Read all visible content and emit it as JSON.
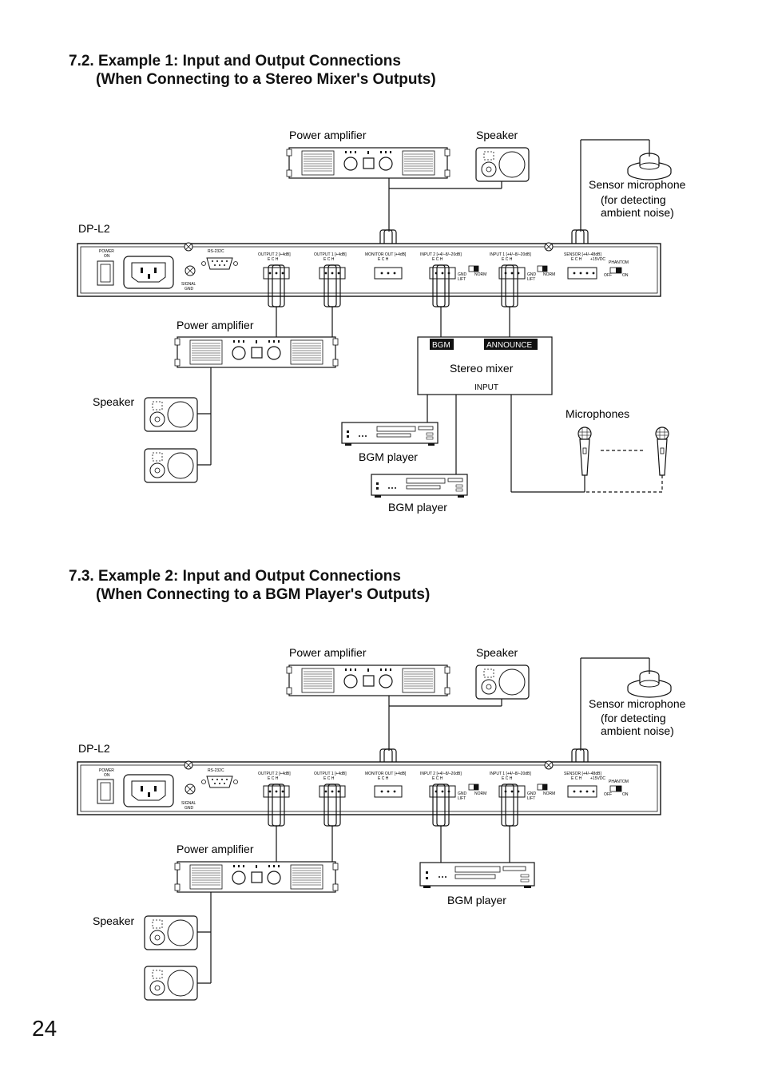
{
  "sections": [
    {
      "heading_line1": "7.2. Example 1: Input and Output Connections",
      "heading_line2": "(When Connecting to a Stereo Mixer's Outputs)",
      "labels": {
        "power_amp_top": "Power amplifier",
        "speaker_top": "Speaker",
        "sensor_mic_1": "Sensor microphone",
        "sensor_mic_2": "(for detecting",
        "sensor_mic_3": "ambient noise)",
        "dpl2": "DP-L2",
        "power_amp_bottom": "Power amplifier",
        "speaker_bottom": "Speaker",
        "stereo_mixer": "Stereo mixer",
        "mixer_bgm": "BGM",
        "mixer_announce": "ANNOUNCE",
        "mixer_input": "INPUT",
        "microphones": "Microphones",
        "bgm_player_1": "BGM player",
        "bgm_player_2": "BGM player"
      }
    },
    {
      "heading_line1": "7.3. Example 2: Input and Output Connections",
      "heading_line2": "(When Connecting to a BGM Player's Outputs)",
      "labels": {
        "power_amp_top": "Power amplifier",
        "speaker_top": "Speaker",
        "sensor_mic_1": "Sensor microphone",
        "sensor_mic_2": "(for detecting",
        "sensor_mic_3": "ambient noise)",
        "dpl2": "DP-L2",
        "power_amp_bottom": "Power amplifier",
        "speaker_bottom": "Speaker",
        "bgm_player": "BGM player"
      }
    }
  ],
  "panel_labels": {
    "power": "POWER",
    "on": "ON",
    "rs232c": "RS-232C",
    "signal": "SIGNAL",
    "gnd": "GND",
    "output2": "OUTPUT 2 [+4dB]",
    "output1": "OUTPUT 1 [+4dB]",
    "monitor": "MONITOR OUT [+4dB]",
    "input2": "INPUT 2 [+4/–8/–20dB]",
    "input1": "INPUT 1 [+4/–8/–20dB]",
    "sensor": "SENSOR [+4/–48dB]",
    "ech": "E   C   H",
    "gndlift_1": "GND",
    "gndlift_2": "LIFT",
    "norm": "NORM",
    "phantom": "PHANTOM",
    "off": "OFF",
    "on2": "ON",
    "plus15": "+15VDC"
  },
  "page_number": "24"
}
